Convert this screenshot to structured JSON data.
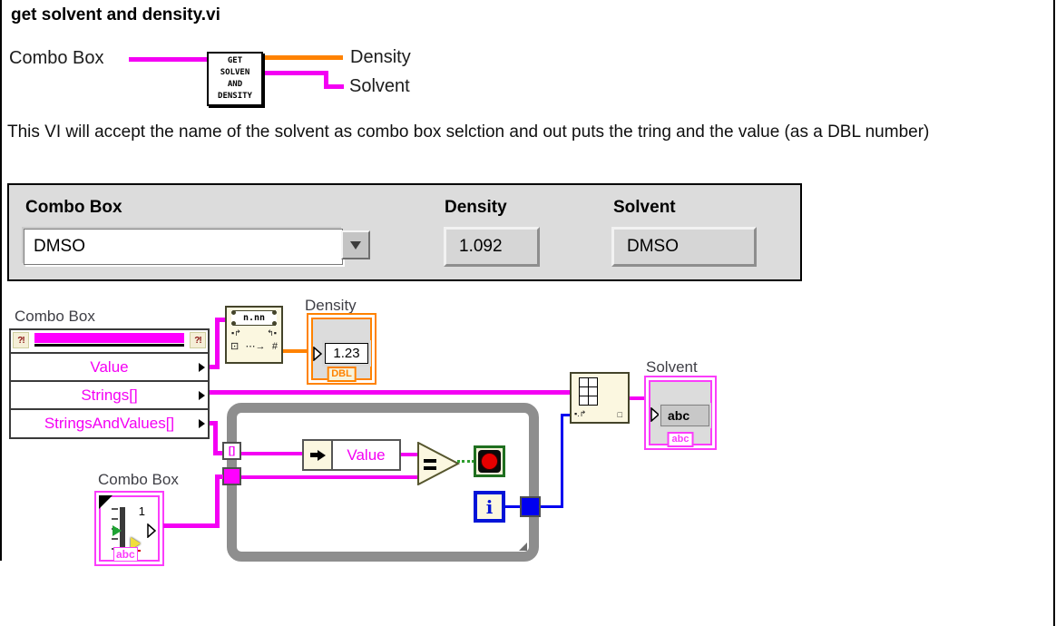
{
  "title": "get solvent and density.vi",
  "description": "This VI will accept the name of the solvent as combo box selction and out puts the tring and the value (as a DBL number)",
  "connector": {
    "input_label": "Combo Box",
    "icon_lines": [
      "GET",
      "SOLVEN",
      "AND",
      "DENSITY"
    ],
    "outputs": {
      "density": "Density",
      "solvent": "Solvent"
    }
  },
  "front_panel": {
    "combo_box": {
      "label": "Combo Box",
      "value": "DMSO"
    },
    "density": {
      "label": "Density",
      "value": "1.092"
    },
    "solvent": {
      "label": "Solvent",
      "value": "DMSO"
    }
  },
  "block_diagram": {
    "property_node": {
      "label": "Combo Box",
      "ref_glyph": "?!",
      "rows": [
        "Value",
        "Strings[]",
        "StringsAndValues[]"
      ]
    },
    "string_to_number": {
      "display": "n.nn",
      "glyph_left": "▪↱",
      "glyph_right": "↰▪",
      "glyph_bottom_left": "⊡",
      "glyph_bottom_mid": "⋯→",
      "glyph_bottom_right": "#"
    },
    "density_indicator": {
      "label": "Density",
      "value": "1.23",
      "type_tag": "DBL"
    },
    "solvent_indicator": {
      "label": "Solvent",
      "value": "abc",
      "type_tag": "abc"
    },
    "combo_constant": {
      "label": "Combo Box",
      "value": "1",
      "type_tag": "abc"
    },
    "unbundle": {
      "field": "Value"
    },
    "equals_glyph": "=",
    "autoindex_glyph": "[]",
    "iteration_glyph": "i",
    "index_array": {
      "glyph_bottom_left": "▪.↱",
      "glyph_bottom_right": "□"
    }
  },
  "colors": {
    "wire_string": "#F400F4",
    "wire_dbl": "#FF8200",
    "wire_int": "#0000F0",
    "wire_bool": "#2E9E2E",
    "indicator_pink": "#FB3DFB",
    "indicator_orange": "#FF8200",
    "loop_border": "#8E8E8E",
    "node_fill": "#FBF7E0",
    "panel_bg": "#DCDCDC"
  }
}
